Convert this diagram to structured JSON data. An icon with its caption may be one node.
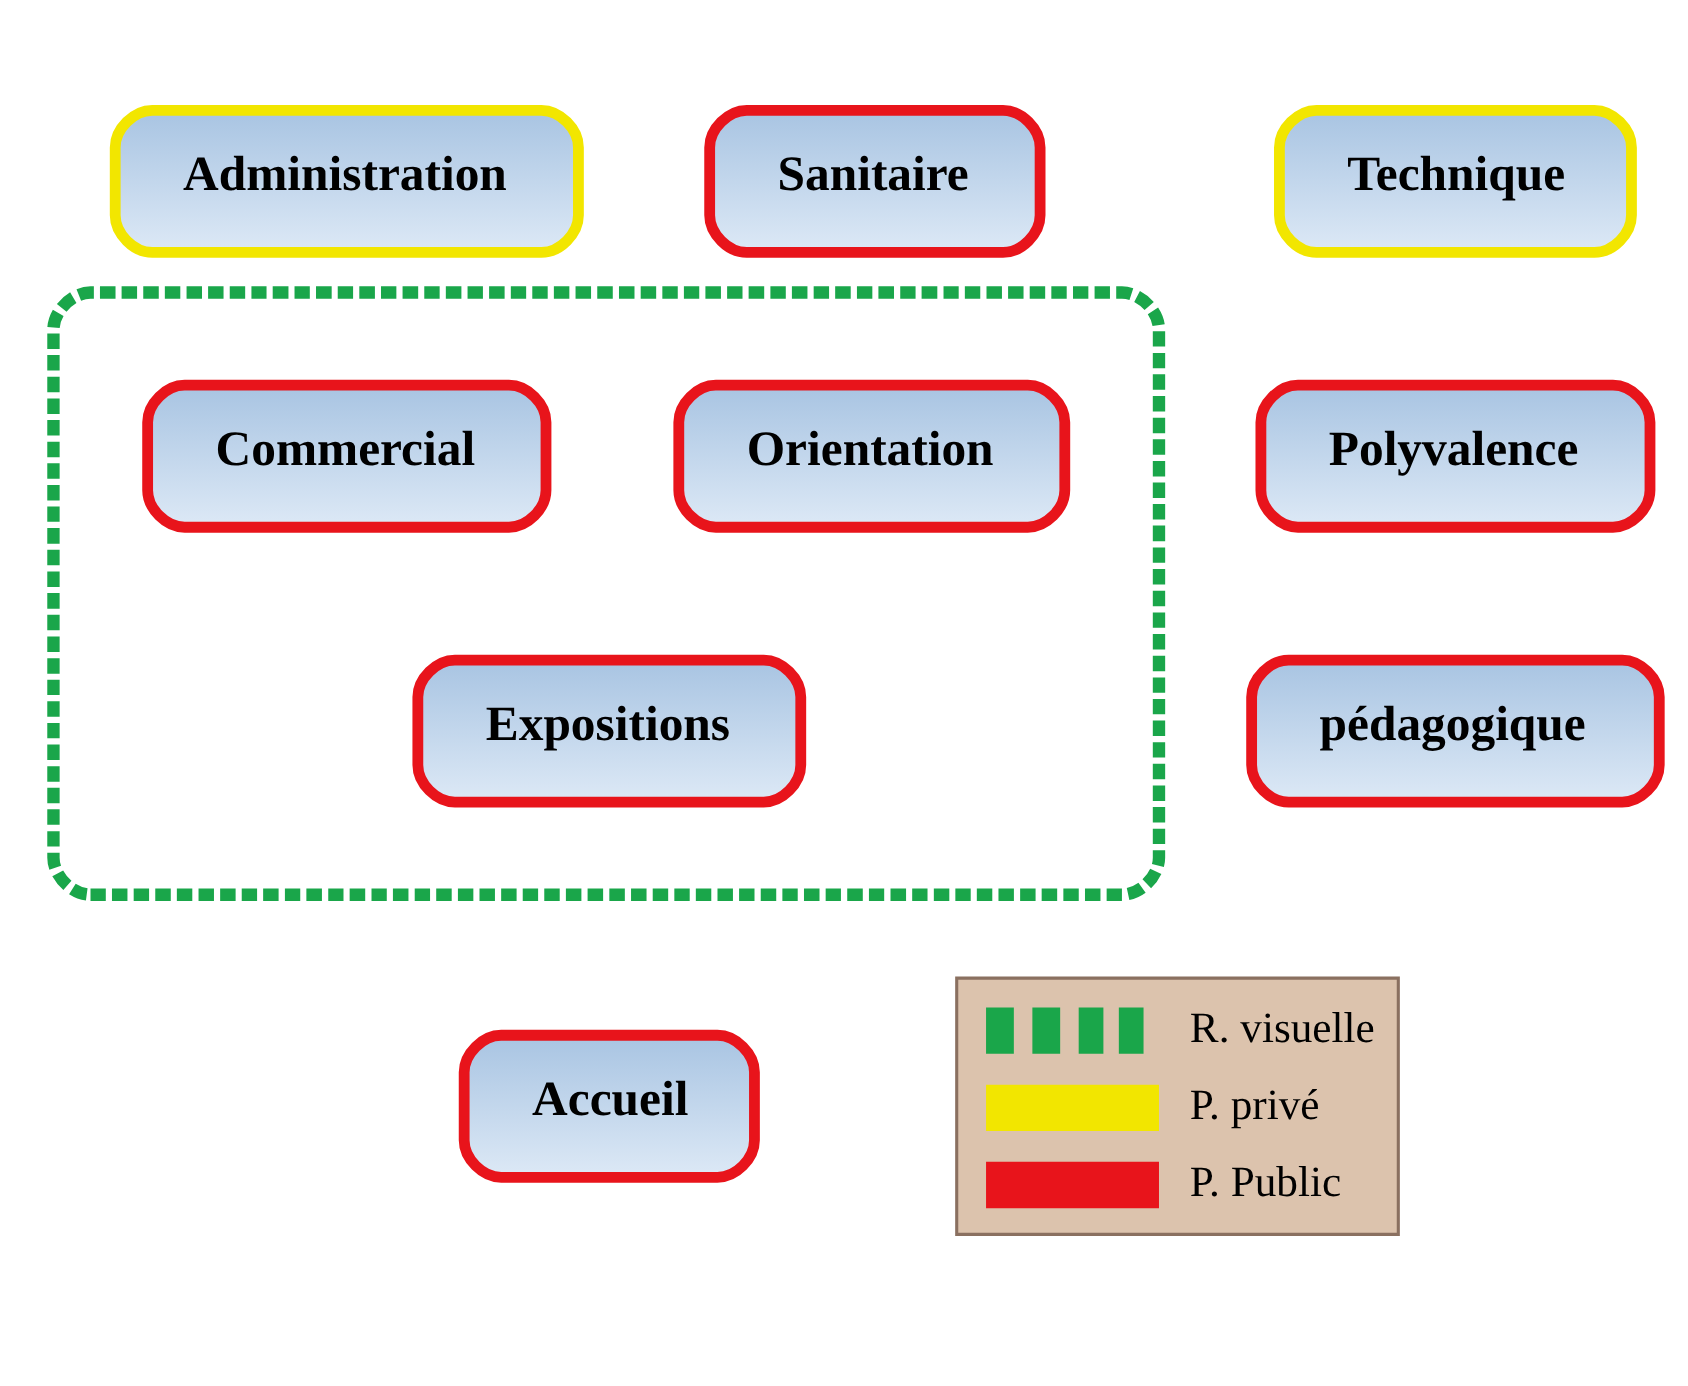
{
  "diagram": {
    "nodes": [
      {
        "text": [
          "Administration"
        ]
      },
      {
        "text": [
          "Sanitaire"
        ]
      },
      {
        "text": [
          "Technique"
        ]
      },
      {
        "text": [],
        "shape": "box"
      },
      {
        "text": [
          "Commercial"
        ],
        "in": 3
      },
      {
        "text": [
          "Orientation"
        ],
        "in": 3
      },
      {
        "text": [
          "Polyvalence"
        ]
      },
      {
        "text": [
          "Expositions"
        ],
        "in": 3
      },
      {
        "text": [
          "pédagogique"
        ]
      },
      {
        "text": [
          "Accueil"
        ]
      }
    ],
    "edges": [],
    "legend": [
      {
        "text": "R. visuelle"
      },
      {
        "text": "P. privé"
      },
      {
        "text": "P. Public"
      }
    ]
  }
}
